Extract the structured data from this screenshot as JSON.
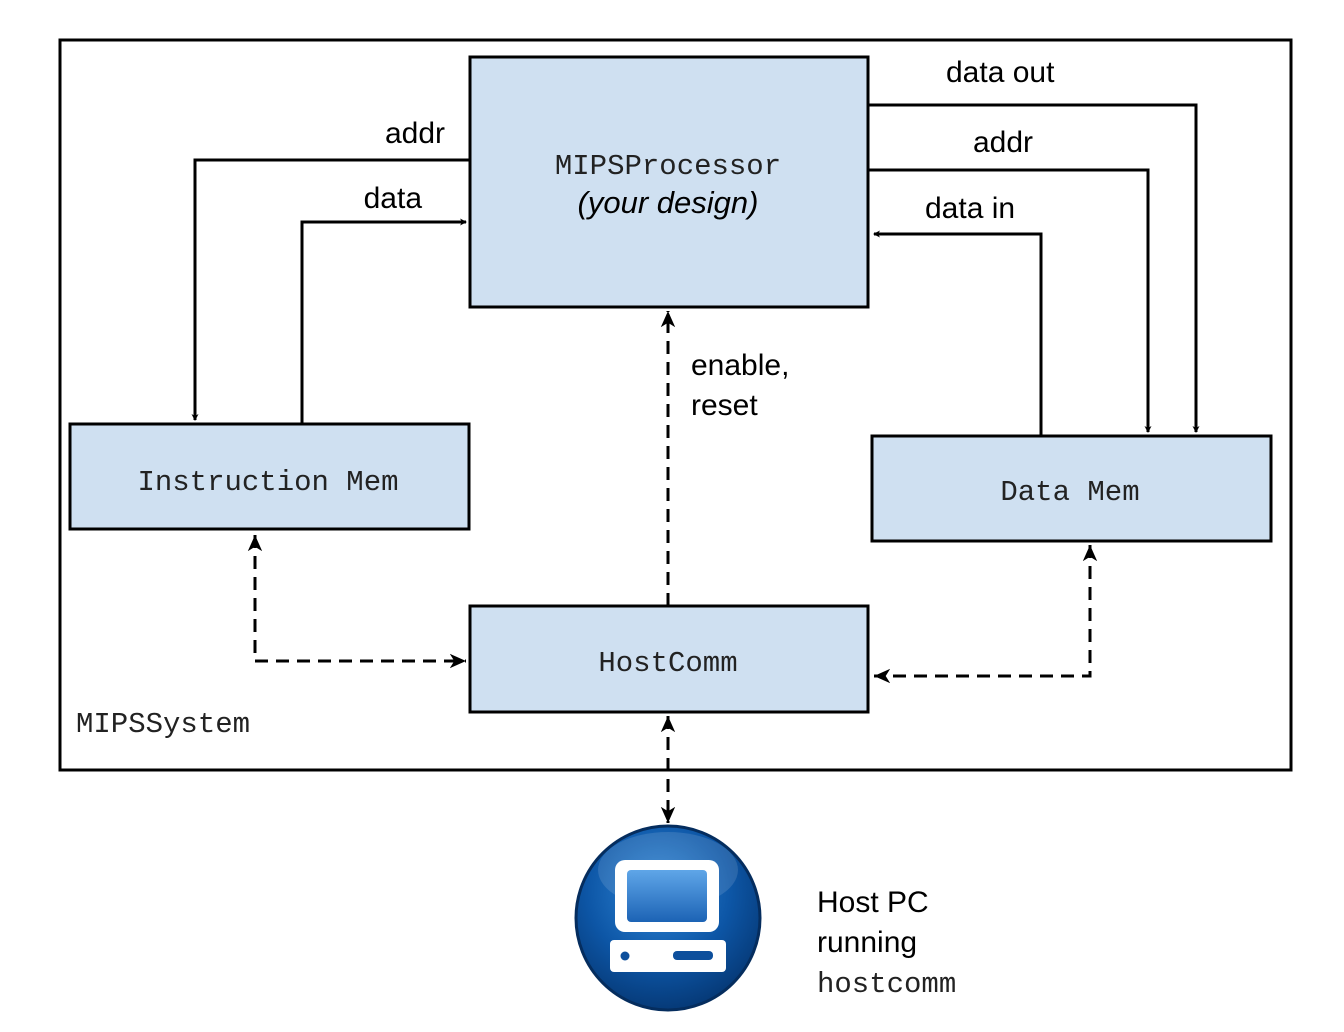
{
  "system": {
    "label": "MIPSSystem"
  },
  "blocks": {
    "processor": {
      "name": "MIPSProcessor",
      "subtitle": "(your design)"
    },
    "instruction_mem": {
      "name": "Instruction Mem"
    },
    "data_mem": {
      "name": "Data Mem"
    },
    "hostcomm": {
      "name": "HostComm"
    }
  },
  "signals": {
    "imem_addr": "addr",
    "imem_data": "data",
    "dmem_data_out": "data out",
    "dmem_addr": "addr",
    "dmem_data_in": "data in",
    "control_line1": "enable,",
    "control_line2": "reset"
  },
  "host": {
    "line1": "Host PC",
    "line2": "running",
    "program": "hostcomm",
    "icon": "computer-icon"
  },
  "colors": {
    "block_fill": "#cfe0f1",
    "host_icon_blue": "#0d4f9c"
  }
}
